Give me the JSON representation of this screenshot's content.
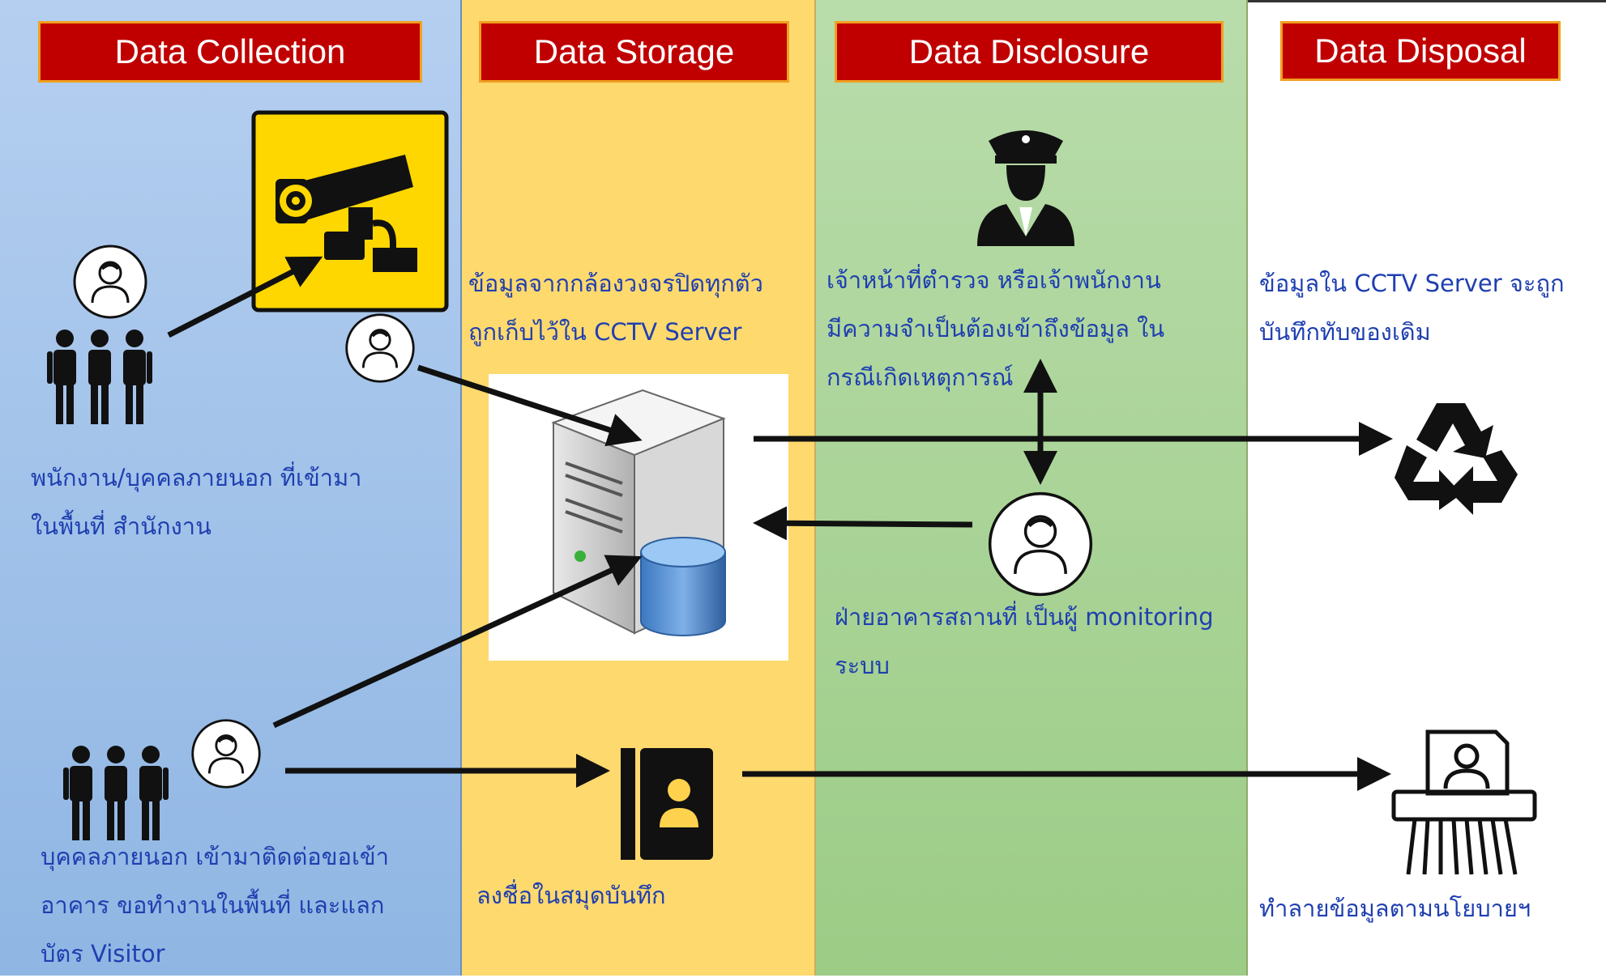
{
  "columns": [
    {
      "header": "Data Collection"
    },
    {
      "header": "Data Storage"
    },
    {
      "header": "Data Disclosure"
    },
    {
      "header": "Data Disposal"
    }
  ],
  "collection": {
    "staff_text": [
      "พนักงาน/บุคคลภายนอก ที่เข้ามา",
      "ในพื้นที่ สำนักงาน"
    ],
    "visitor_text": [
      "บุคคลภายนอก เข้ามาติดต่อขอเข้า",
      "อาคาร ขอทำงานในพื้นที่ และแลก",
      "บัตร Visitor"
    ]
  },
  "storage": {
    "cctv_text": [
      "ข้อมูลจากกล้องวงจรปิดทุกตัว",
      "ถูกเก็บไว้ใน CCTV Server"
    ],
    "logbook_text": "ลงชื่อในสมุดบันทึก"
  },
  "disclosure": {
    "police_text": [
      "เจ้าหน้าที่ตำรวจ หรือเจ้าพนักงาน",
      "มีความจำเป็นต้องเข้าถึงข้อมูล ใน",
      "กรณีเกิดเหตุการณ์"
    ],
    "building_text": [
      "ฝ่ายอาคารสถานที่ เป็นผู้ monitoring",
      "ระบบ"
    ]
  },
  "disposal": {
    "overwrite_text": [
      "ข้อมูลใน CCTV Server จะถูก",
      "บันทึกทับของเดิม"
    ],
    "destroy_text": "ทำลายข้อมูลตามนโยบายฯ"
  },
  "colors": {
    "header_bg": "#c00000",
    "header_border": "#f0a020",
    "text": "#1f3fb0",
    "camera_bg": "#ffd700"
  }
}
